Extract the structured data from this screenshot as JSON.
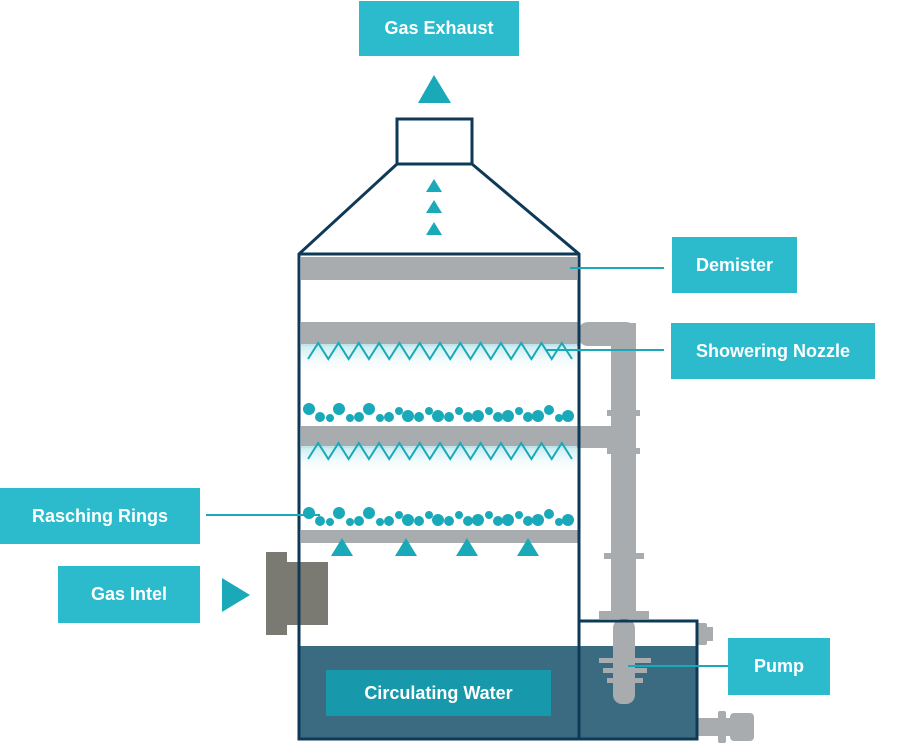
{
  "labels": {
    "gas_exhaust": "Gas Exhaust",
    "demister": "Demister",
    "showering_nozzle": "Showering Nozzle",
    "rasching_rings": "Rasching Rings",
    "gas_intel": "Gas Intel",
    "pump": "Pump",
    "circulating_water": "Circulating Water"
  },
  "colors": {
    "outline": "#0f3a57",
    "label_bg": "#2bbbcc",
    "accent": "#1aa9b8",
    "pipe": "#a9acae",
    "water": "#3b6b80",
    "water_label_bg": "#1799ab",
    "gas_inlet_block": "#7a7a72"
  }
}
